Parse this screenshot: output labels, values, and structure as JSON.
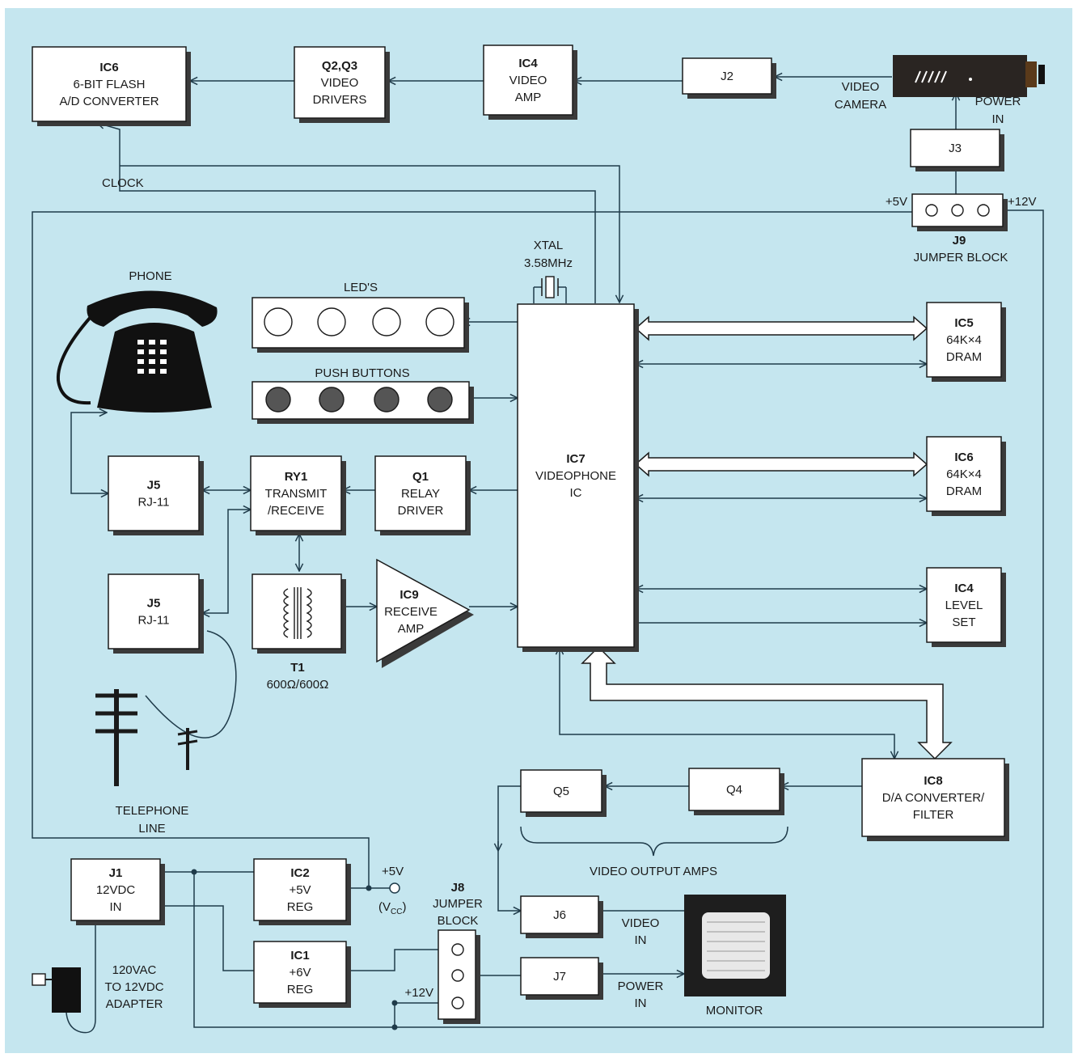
{
  "colors": {
    "background": "#c5e6ef",
    "box": "#ffffff",
    "line": "#1f3b4a",
    "shadow": "#3a3a3a"
  },
  "blocks": {
    "ic6_adc": {
      "title": "IC6",
      "lines": [
        "6-BIT FLASH",
        "A/D CONVERTER"
      ]
    },
    "q2q3": {
      "title": "Q2,Q3",
      "lines": [
        "VIDEO",
        "DRIVERS"
      ]
    },
    "ic4_amp": {
      "title": "IC4",
      "lines": [
        "VIDEO",
        "AMP"
      ]
    },
    "j2": {
      "title": "",
      "lines": [
        "J2"
      ]
    },
    "j3": {
      "title": "",
      "lines": [
        "J3"
      ]
    },
    "ic5": {
      "title": "IC5",
      "lines": [
        "64K×4",
        "DRAM"
      ]
    },
    "ic6_dram": {
      "title": "IC6",
      "lines": [
        "64K×4",
        "DRAM"
      ]
    },
    "ic4_level": {
      "title": "IC4",
      "lines": [
        "LEVEL",
        "SET"
      ]
    },
    "ic7": {
      "title": "IC7",
      "lines": [
        "VIDEOPHONE",
        "IC"
      ]
    },
    "j5a": {
      "title": "J5",
      "lines": [
        "RJ-11"
      ]
    },
    "j5b": {
      "title": "J5",
      "lines": [
        "RJ-11"
      ]
    },
    "ry1": {
      "title": "RY1",
      "lines": [
        "TRANSMIT",
        "/RECEIVE"
      ]
    },
    "q1": {
      "title": "Q1",
      "lines": [
        "RELAY",
        "DRIVER"
      ]
    },
    "ic8": {
      "title": "IC8",
      "lines": [
        "D/A CONVERTER/",
        "FILTER"
      ]
    },
    "q5": {
      "title": "",
      "lines": [
        "Q5"
      ]
    },
    "q4": {
      "title": "",
      "lines": [
        "Q4"
      ]
    },
    "j1": {
      "title": "J1",
      "lines": [
        "12VDC",
        "IN"
      ]
    },
    "ic2": {
      "title": "IC2",
      "lines": [
        "+5V",
        "REG"
      ]
    },
    "ic1": {
      "title": "IC1",
      "lines": [
        "+6V",
        "REG"
      ]
    },
    "j6": {
      "title": "",
      "lines": [
        "J6"
      ]
    },
    "j7": {
      "title": "",
      "lines": [
        "J7"
      ]
    }
  },
  "ic9": {
    "title": "IC9",
    "lines": [
      "RECEIVE",
      "AMP"
    ]
  },
  "labels": {
    "video_camera": [
      "VIDEO",
      "CAMERA"
    ],
    "camera_power_in": [
      "POWER",
      "IN"
    ],
    "clock": "CLOCK",
    "plus5v_top": "+5V",
    "plus12v_top": "+12V",
    "j9": [
      "J9",
      "JUMPER BLOCK"
    ],
    "xtal": [
      "XTAL",
      "3.58MHz"
    ],
    "phone": "PHONE",
    "leds": "LED'S",
    "push_buttons": "PUSH BUTTONS",
    "t1": [
      "T1",
      "600Ω/600Ω"
    ],
    "telephone_line": [
      "TELEPHONE",
      "LINE"
    ],
    "video_output_amps": "VIDEO OUTPUT AMPS",
    "plus5v_bottom": "+5V",
    "vcc": "(V",
    "vcc_sub": "CC",
    "vcc_close": ")",
    "j8": [
      "J8",
      "JUMPER",
      "BLOCK"
    ],
    "plus12v_bottom": "+12V",
    "monitor_video_in": [
      "VIDEO",
      "IN"
    ],
    "monitor_power_in": [
      "POWER",
      "IN"
    ],
    "monitor": "MONITOR",
    "adapter": [
      "120VAC",
      "TO 12VDC",
      "ADAPTER"
    ]
  }
}
